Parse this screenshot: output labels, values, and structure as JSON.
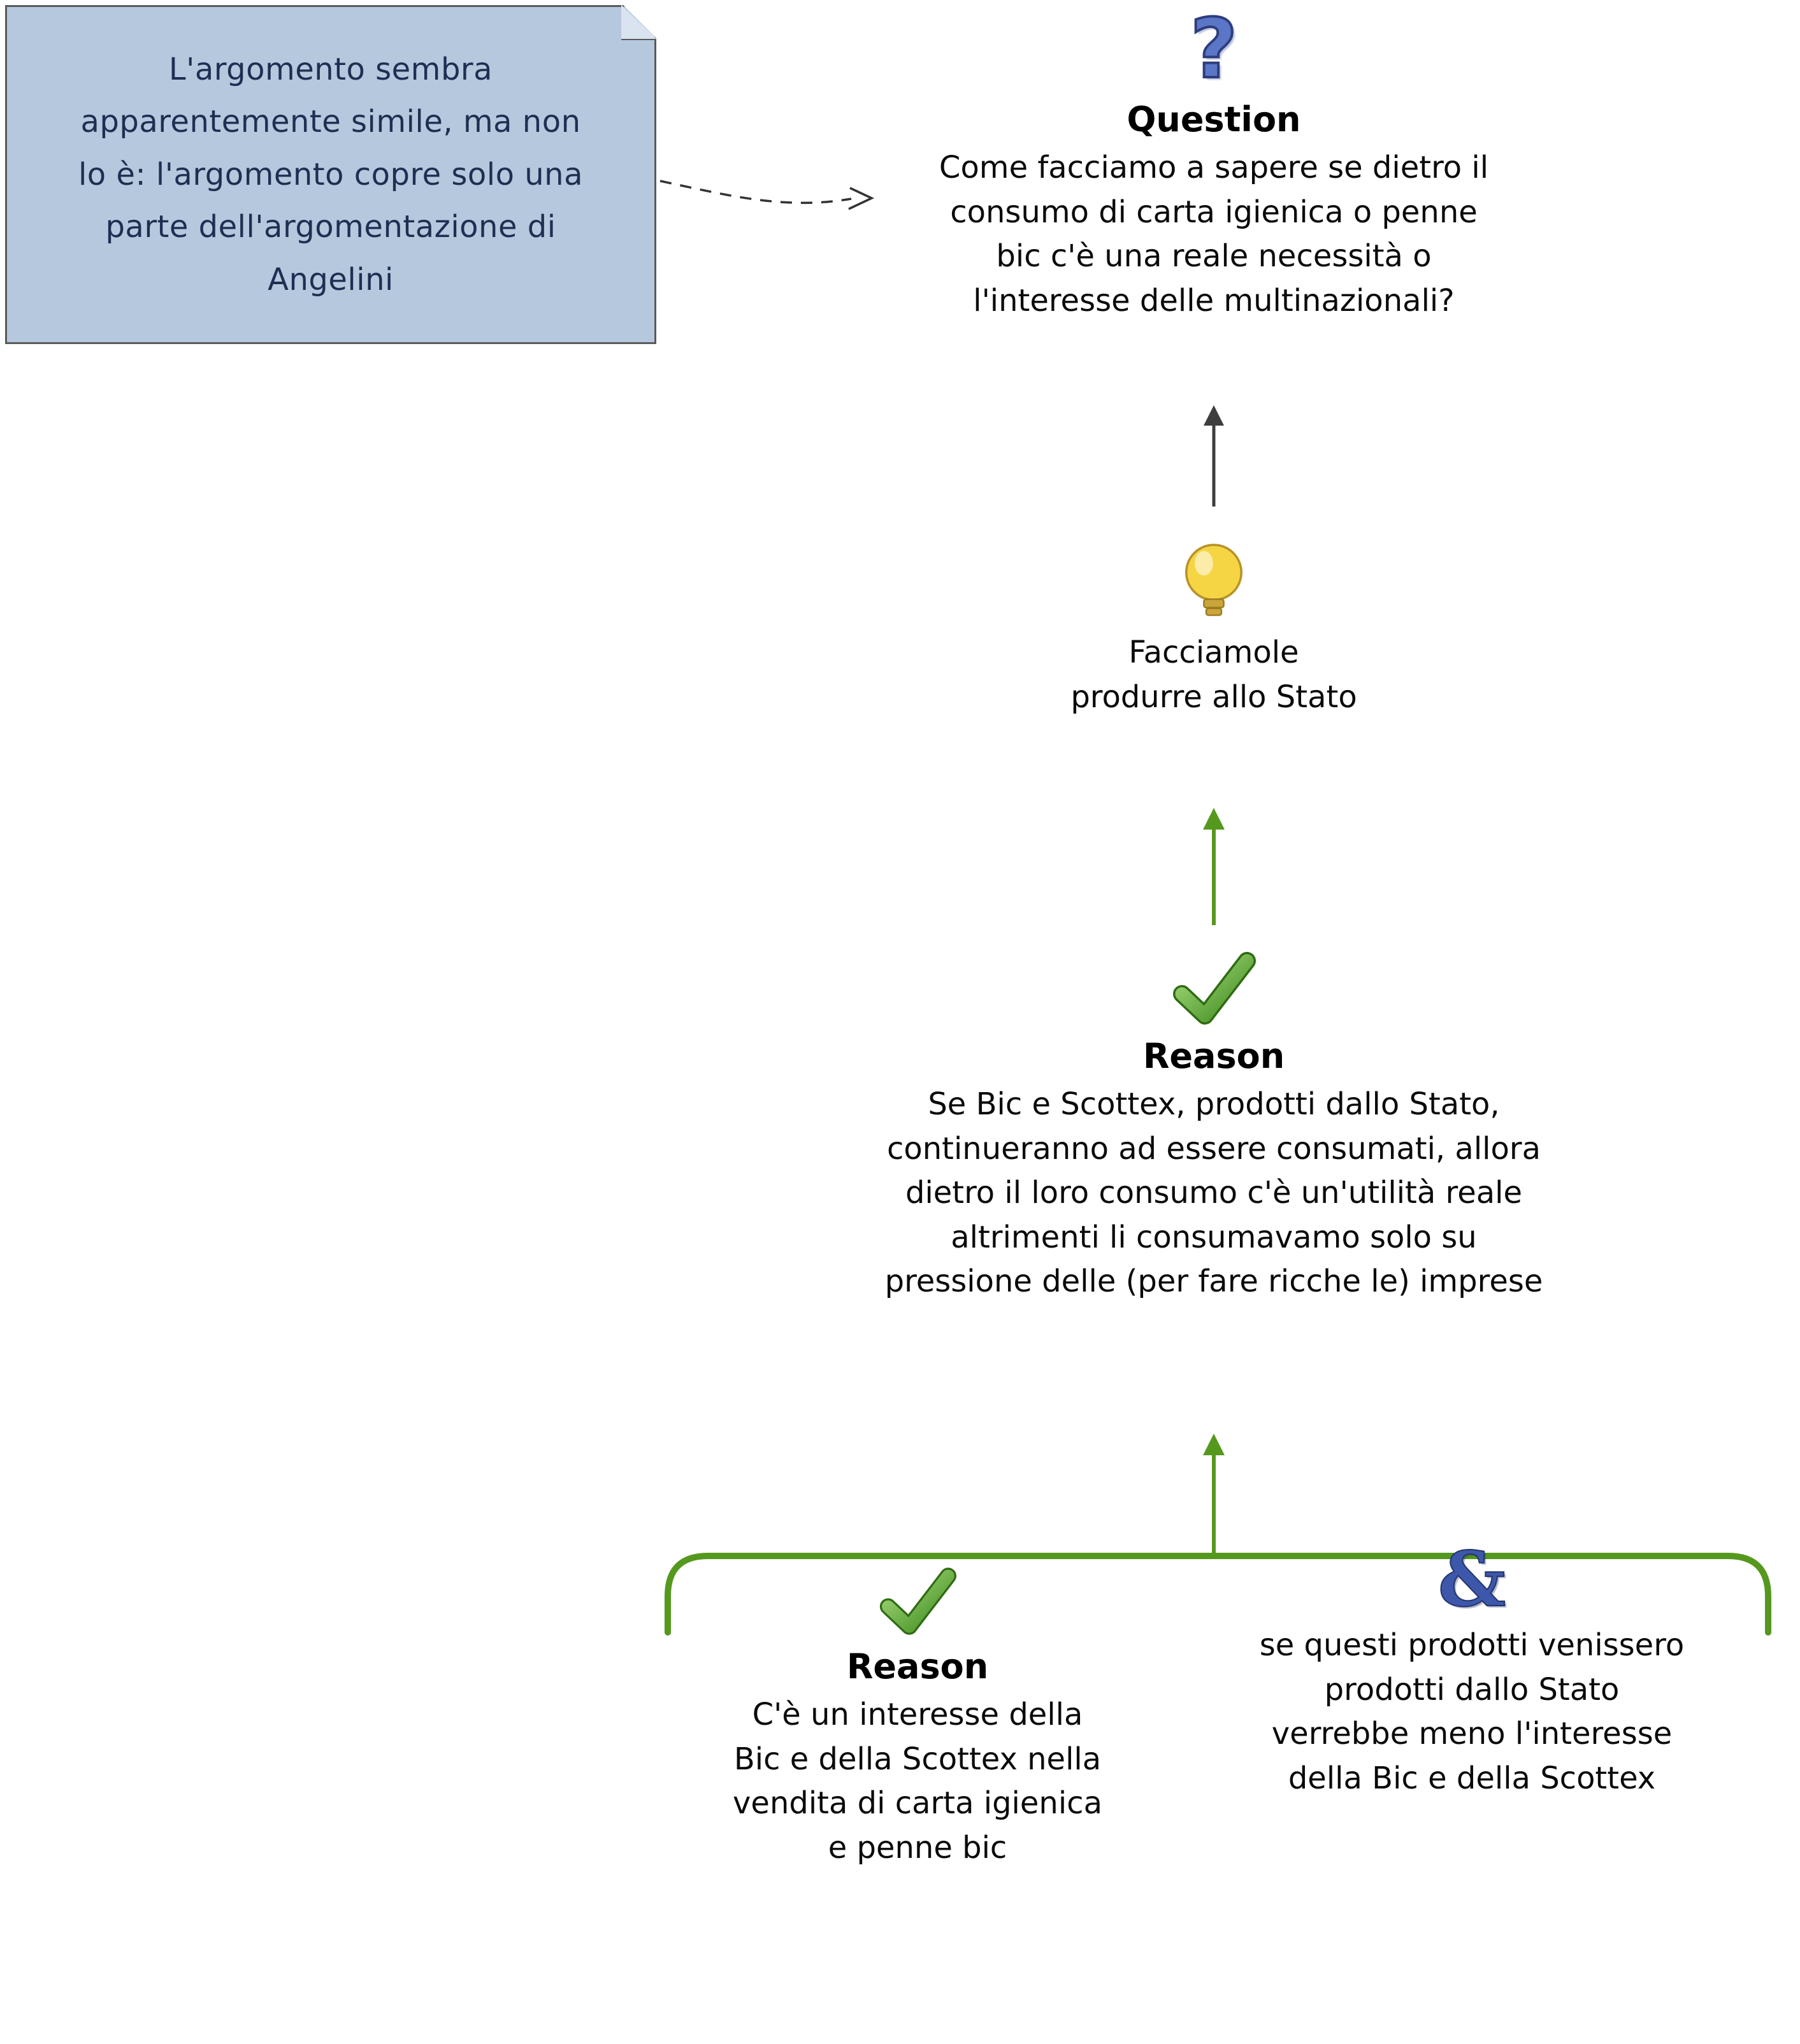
{
  "note": {
    "text": "L'argomento sembra\napparentemente simile, ma non\nlo è: l'argomento copre solo una\nparte dell'argomentazione di\nAngelini"
  },
  "question": {
    "label": "Question",
    "text": "Come facciamo a sapere se dietro il\nconsumo di carta igienica o penne\nbic c'è una reale necessità o\nl'interesse delle multinazionali?"
  },
  "idea": {
    "text": "Facciamole\nprodurre allo Stato"
  },
  "reason_main": {
    "label": "Reason",
    "text": "Se Bic e Scottex, prodotti dallo Stato,\ncontinueranno ad essere consumati, allora\ndietro il loro consumo c'è un'utilità reale\naltrimenti li consumavamo solo su\npressione delle (per fare ricche le) imprese"
  },
  "reason_sub": {
    "label": "Reason",
    "text": "C'è un interesse della\nBic e della Scottex nella\nvendita di carta igienica\ne penne bic"
  },
  "conjunct": {
    "text": "se questi prodotti venissero\nprodotti dallo Stato\nverrebbe meno l'interesse\ndella Bic e della Scottex"
  },
  "icons": {
    "question_mark": "?",
    "ampersand": "&",
    "checkmark": "check",
    "lightbulb": "lightbulb"
  },
  "colors": {
    "note_fill": "#b6c8dd",
    "note_border": "#5a5a5a",
    "note_text": "#1d2f52",
    "green_accent": "#55981e",
    "gray_arrow": "#3d3d3d",
    "blue_accent": "#3d57aa",
    "bulb_yellow": "#f6d544"
  }
}
